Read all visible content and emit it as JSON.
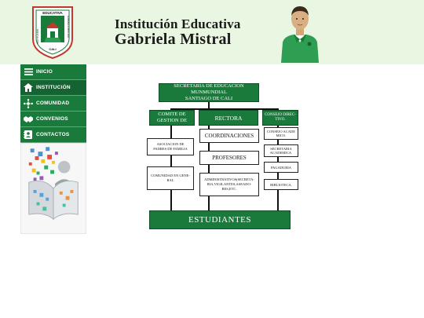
{
  "header": {
    "title_line1": "Institución Educativa",
    "title_line2": "Gabriela Mistral",
    "crest": {
      "top_text": "EDUCATIVA",
      "left_text": "INSTITUCIÓN",
      "right_text": "GABRIELA MISTRAL",
      "bottom_text": "CALI"
    }
  },
  "sidebar": {
    "items": [
      {
        "label": "INICIO",
        "icon": "menu-icon"
      },
      {
        "label": "INSTITUCIÓN",
        "icon": "home-icon"
      },
      {
        "label": "COMUNIDAD",
        "icon": "network-icon"
      },
      {
        "label": "CONVENIOS",
        "icon": "handshake-icon"
      },
      {
        "label": "CONTACTOS",
        "icon": "contact-card-icon"
      }
    ]
  },
  "org_chart": {
    "top": {
      "line1": "SECRETARIA DE EDUCACION MUNMUNDIAL",
      "line2": "SANTIAGO DE CALI"
    },
    "comite": {
      "line1": "COMITE DE",
      "line2": "GESTION DE"
    },
    "rectora": "RECTORA",
    "consejo_directivo": {
      "line1": "CONSEJO DIREC-",
      "line2": "TIVO."
    },
    "asociacion": {
      "line1": "ASOCIACION DE",
      "line2": "PADRES DE FAMILIA"
    },
    "comunidad": {
      "line1": "COMUNIDAD EN GENE-",
      "line2": "RAL"
    },
    "coordinaciones": "COORDINACIONES",
    "profesores": "PROFESORES",
    "administrativos": {
      "line1": "ADMINISTRATIVOS(SECRETA-",
      "line2": "RIA,VIGILANTES,ASEADO-",
      "line3": "RES,ETC."
    },
    "consejo_academico": {
      "line1": "CONSEJO ACADE",
      "line2": "MICO."
    },
    "secretaria": {
      "line1": "SECRETARIA",
      "line2": "ACADEMICA."
    },
    "pagaduria": "PAGADURIA",
    "biblioteca": "BIBLIOTECA.",
    "estudiantes": "ESTUDIANTES"
  },
  "colors": {
    "header_bg": "#e9f6e2",
    "brand_green": "#1a7a3c",
    "nav_bg": "#1a7a3c"
  }
}
